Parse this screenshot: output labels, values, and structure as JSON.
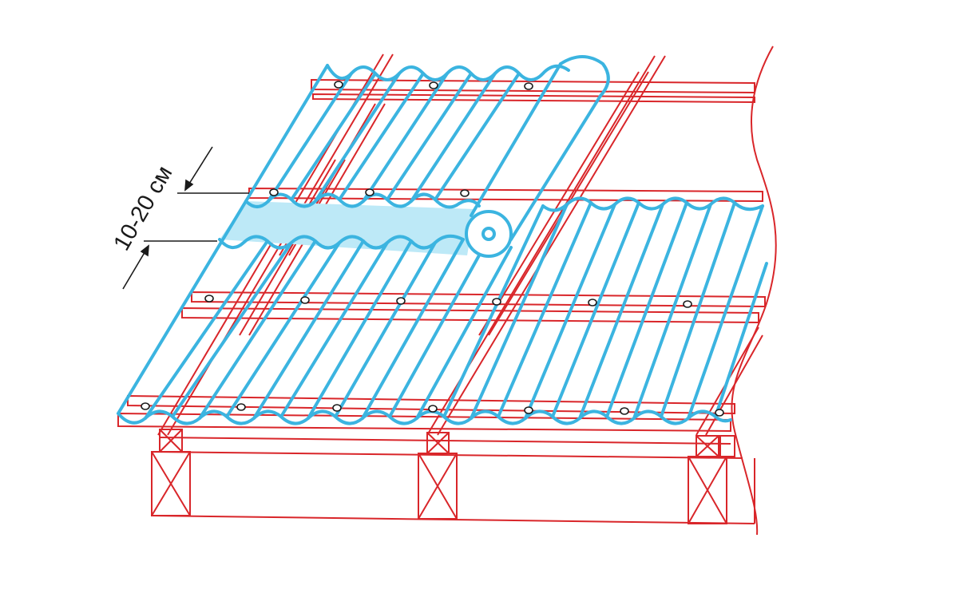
{
  "diagram": {
    "dimension_label": "10-20 см",
    "colors": {
      "sheet": "#3bb4e0",
      "sheet_overlap_fill": "#bde9f7",
      "timber": "#d9262a",
      "dimension": "#1a1a1a",
      "fastener": "#1a1a1a"
    },
    "components": [
      "corrugated-sheet",
      "ridge-roll",
      "batten",
      "rafter",
      "beam",
      "overlap-zone"
    ]
  }
}
